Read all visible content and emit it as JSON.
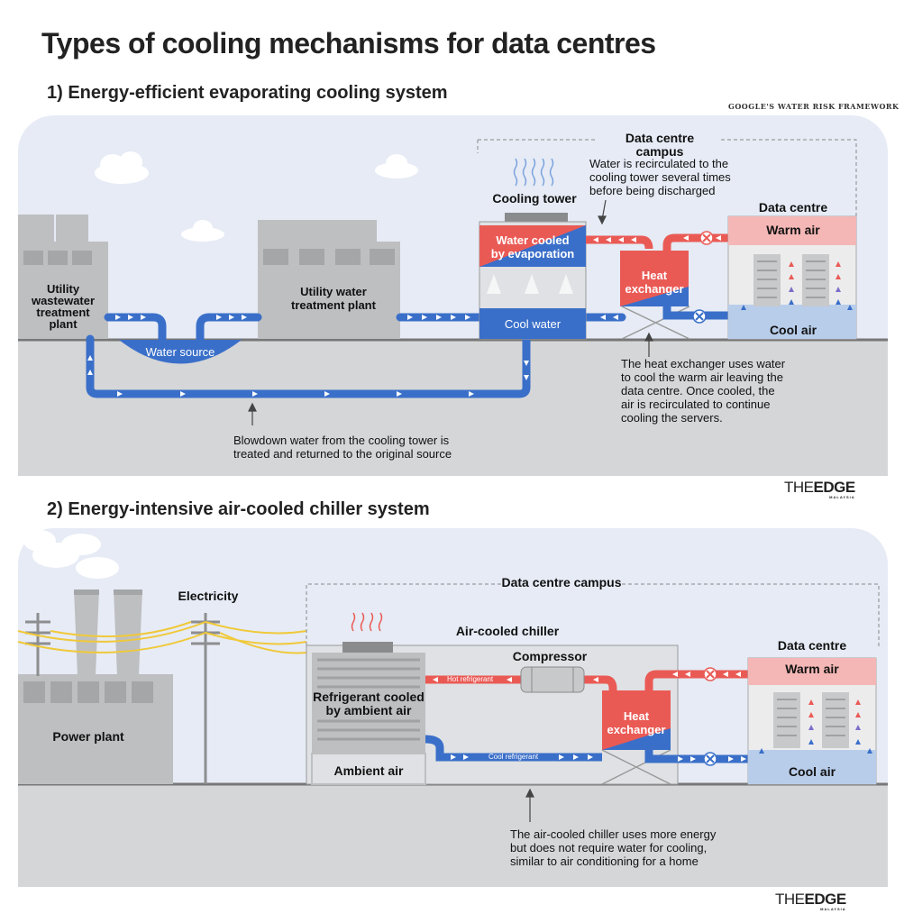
{
  "title": "Types of cooling mechanisms for data centres",
  "source": "GOOGLE'S WATER RISK FRAMEWORK",
  "brand": {
    "the": "THE",
    "edge": "EDGE",
    "sub": "MALAYSIA"
  },
  "section1": {
    "heading": "1) Energy-efficient evaporating cooling system",
    "campus": "Data centre campus",
    "cooling_tower": "Cooling tower",
    "recirc_line1": "Water is recirculated to the",
    "recirc_line2": "cooling tower several times",
    "recirc_line3": "before being discharged",
    "data_centre": "Data centre",
    "warm_air": "Warm air",
    "cool_air": "Cool air",
    "water_cooled_line1": "Water cooled",
    "water_cooled_line2": "by evaporation",
    "heat_ex_line1": "Heat",
    "heat_ex_line2": "exchanger",
    "cool_water": "Cool water",
    "wastewater_line1": "Utility",
    "wastewater_line2": "wastewater",
    "wastewater_line3": "treatment",
    "wastewater_line4": "plant",
    "water_plant_line1": "Utility water",
    "water_plant_line2": "treatment plant",
    "water_source": "Water source",
    "hx_note_line1": "The heat exchanger uses water",
    "hx_note_line2": "to cool the warm air leaving the",
    "hx_note_line3": "data centre. Once cooled, the",
    "hx_note_line4": "air is recirculated to continue",
    "hx_note_line5": "cooling the servers.",
    "blowdown_line1": "Blowdown water from the cooling tower is",
    "blowdown_line2": "treated and returned to the original source"
  },
  "section2": {
    "heading": "2) Energy-intensive air-cooled chiller system",
    "campus": "Data centre campus",
    "electricity": "Electricity",
    "power_plant": "Power plant",
    "chiller": "Air-cooled chiller",
    "compressor": "Compressor",
    "hot_refrigerant": "Hot refrigerant",
    "cool_refrigerant": "Cool refrigerant",
    "refrig_line1": "Refrigerant cooled",
    "refrig_line2": "by ambient air",
    "ambient_air": "Ambient air",
    "heat_ex_line1": "Heat",
    "heat_ex_line2": "exchanger",
    "data_centre": "Data centre",
    "warm_air": "Warm air",
    "cool_air": "Cool air",
    "chiller_note_line1": "The air-cooled chiller uses more energy",
    "chiller_note_line2": "but does not require water for cooling,",
    "chiller_note_line3": "similar to air conditioning for a home"
  },
  "colors": {
    "sky": "#e6ebf5",
    "ground": "#d5d6d8",
    "building": "#bebfc1",
    "blue": "#3a6fc9",
    "red": "#ea5a55",
    "cool_zone": "#b8cdea",
    "warm_zone": "#f4b7b5"
  }
}
